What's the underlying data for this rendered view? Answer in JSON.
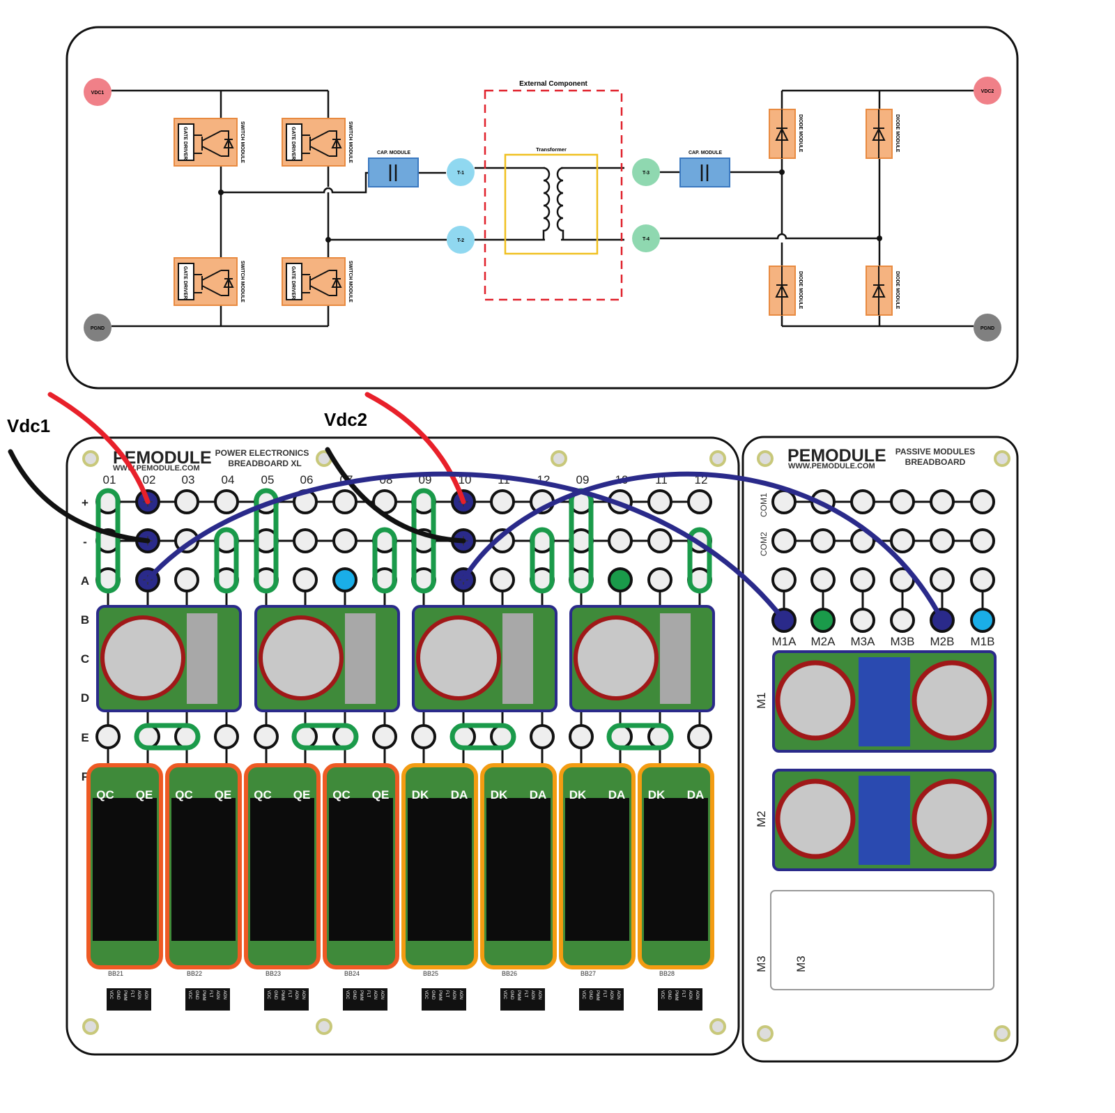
{
  "schematic": {
    "terminals": {
      "vdc1": "VDC1",
      "vdc2": "VDC2",
      "pgnd_left": "PGND",
      "pgnd_right": "PGND",
      "t1": "T-1",
      "t2": "T-2",
      "t3": "T-3",
      "t4": "T-4"
    },
    "gate_driver": "GATE DRIVER",
    "switch_module": "SWITCH MODULE",
    "cap_module": "CAP. MODULE",
    "diode_module": "DIODE MODULE",
    "external_component": "External Component",
    "transformer": "Transformer",
    "colors": {
      "vdc": "#f08088",
      "pgnd": "#808080",
      "t_primary": "#90d8f0",
      "t_secondary": "#8fd8b0",
      "module": "#f5b380",
      "cap": "#6fa8dc",
      "external": "#e0202a",
      "transformer": "#f0c020"
    }
  },
  "wires": {
    "vdc1_label": "Vdc1",
    "vdc2_label": "Vdc2",
    "colors": {
      "positive": "#e8202a",
      "negative": "#111111",
      "link": "#2a2a8a"
    }
  },
  "main_board": {
    "brand": "PEMODULE",
    "url": "WWW.PEMODULE.COM",
    "title_line1": "POWER ELECTRONICS",
    "title_line2": "BREADBOARD XL",
    "columns": [
      "01",
      "02",
      "03",
      "04",
      "05",
      "06",
      "07",
      "08",
      "09",
      "10",
      "11",
      "12",
      "09",
      "10",
      "11",
      "12"
    ],
    "rows": [
      "+",
      "-",
      "A",
      "B",
      "C",
      "D",
      "E",
      "F"
    ],
    "module_labels": [
      [
        "QC",
        "QE"
      ],
      [
        "QC",
        "QE"
      ],
      [
        "QC",
        "QE"
      ],
      [
        "QC",
        "QE"
      ],
      [
        "DK",
        "DA"
      ],
      [
        "DK",
        "DA"
      ],
      [
        "DK",
        "DA"
      ],
      [
        "DK",
        "DA"
      ]
    ],
    "connectors": [
      "BB21",
      "BB22",
      "BB23",
      "BB24",
      "BB25",
      "BB26",
      "BB27",
      "BB28"
    ],
    "connector_pins": [
      "VDC",
      "GND",
      "PWM",
      "FLT",
      "AGN",
      "AGN"
    ]
  },
  "passive_board": {
    "brand": "PEMODULE",
    "url": "WWW.PEMODULE.COM",
    "title_line1": "PASSIVE MODULES",
    "title_line2": "BREADBOARD",
    "rows": [
      "COM1",
      "COM2"
    ],
    "terminals": [
      "M1A",
      "M2A",
      "M3A",
      "M3B",
      "M2B",
      "M1B"
    ],
    "slots": [
      "M1",
      "M2",
      "M3",
      "M3"
    ]
  }
}
